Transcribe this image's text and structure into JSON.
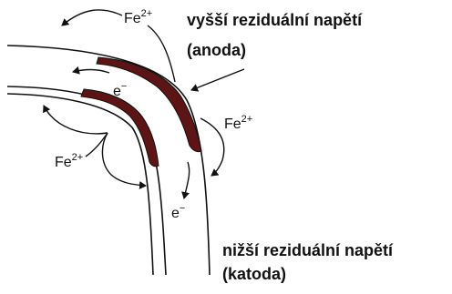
{
  "labels": {
    "anode_line1": "vyšší reziduální napětí",
    "anode_line2": "(anoda)",
    "cathode_line1": "nižší reziduální napětí",
    "cathode_line2": "(katoda)"
  },
  "ions": {
    "fe_top": {
      "base": "Fe",
      "sup": "2+"
    },
    "fe_right": {
      "base": "Fe",
      "sup": "2+"
    },
    "fe_left": {
      "base": "Fe",
      "sup": "2+"
    }
  },
  "electrons": {
    "e_top": {
      "base": "e",
      "sup": "−"
    },
    "e_bottom": {
      "base": "e",
      "sup": "−"
    }
  },
  "colors": {
    "deposit": "#5c1414",
    "stroke": "#111111"
  }
}
